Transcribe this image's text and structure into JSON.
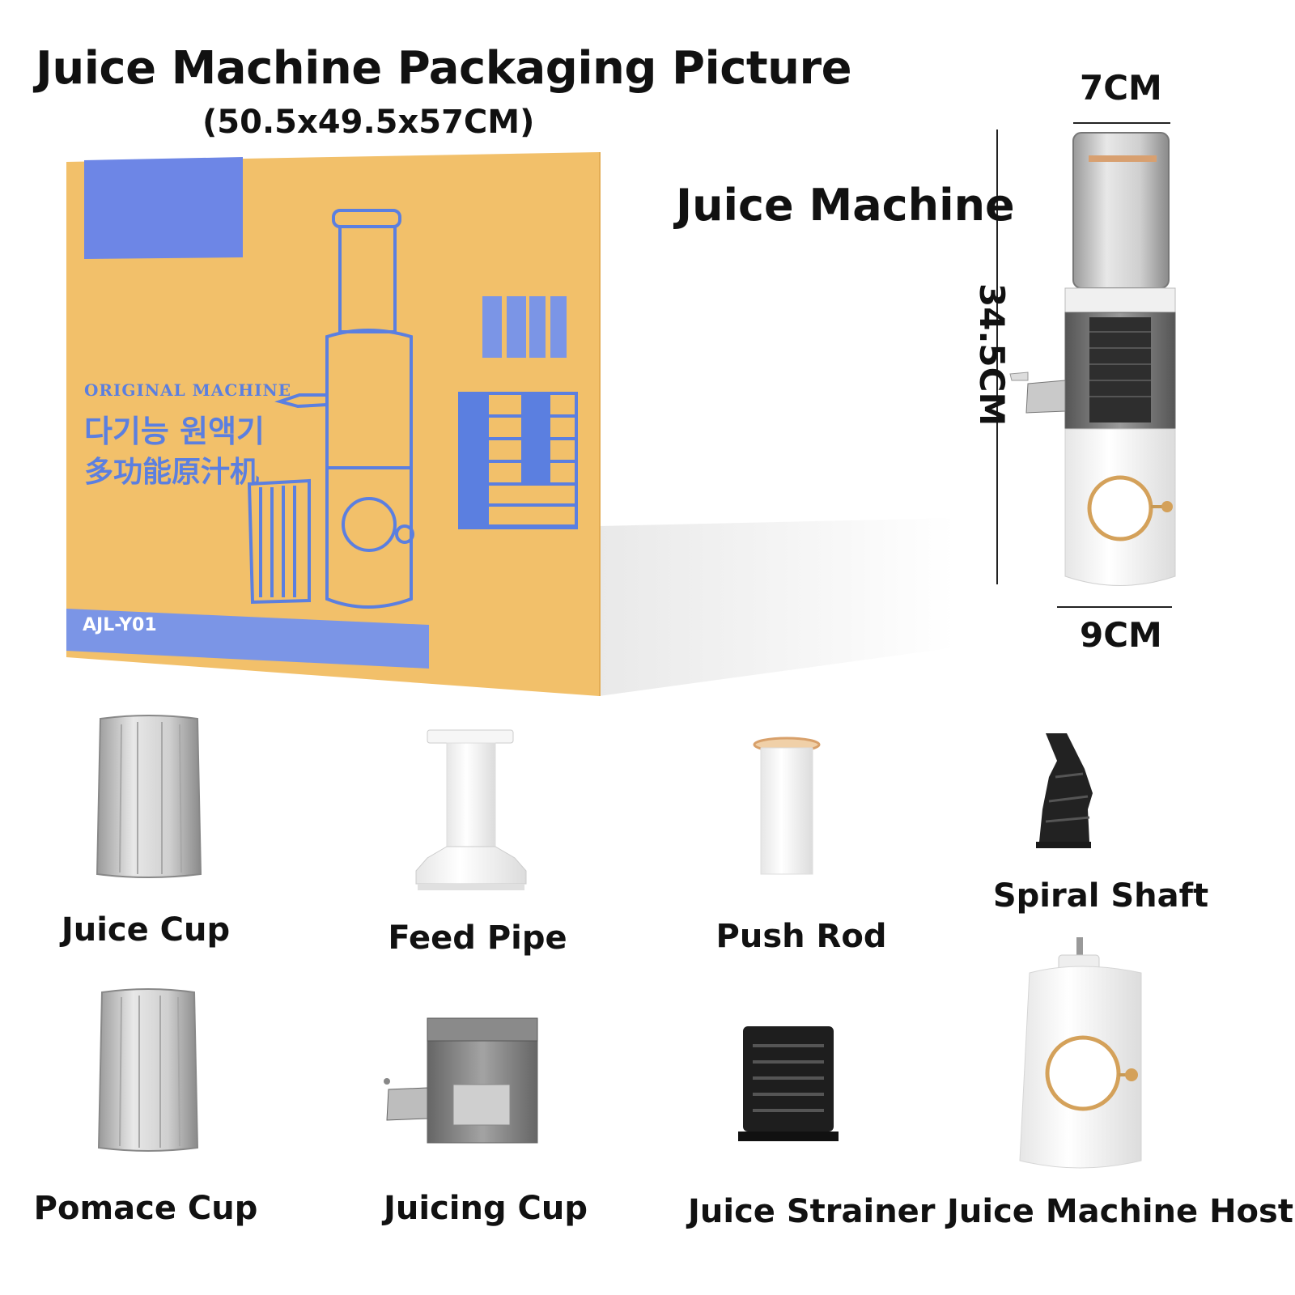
{
  "header": {
    "title": "Juice Machine Packaging Picture",
    "subtitle": "(50.5x49.5x57CM)"
  },
  "box": {
    "brand_text": "ORIGINAL MACHINE",
    "korean_text": "다기능 원액기",
    "chinese_text": "多功能原汁机",
    "model": "AJL-Y01",
    "colors": {
      "cardboard": "#f2c06a",
      "cardboard_side": "#e3ad55",
      "print_blue": "#5b7fe0"
    }
  },
  "machine": {
    "title": "Juice Machine",
    "dim_top": "7CM",
    "dim_bottom": "9CM",
    "dim_height": "34.5CM"
  },
  "parts": [
    {
      "label": "Juice Cup"
    },
    {
      "label": "Feed Pipe"
    },
    {
      "label": "Push Rod"
    },
    {
      "label": "Spiral Shaft"
    },
    {
      "label": "Pomace Cup"
    },
    {
      "label": "Juicing Cup"
    },
    {
      "label": "Juice Strainer"
    },
    {
      "label": "Juice Machine Host"
    }
  ]
}
